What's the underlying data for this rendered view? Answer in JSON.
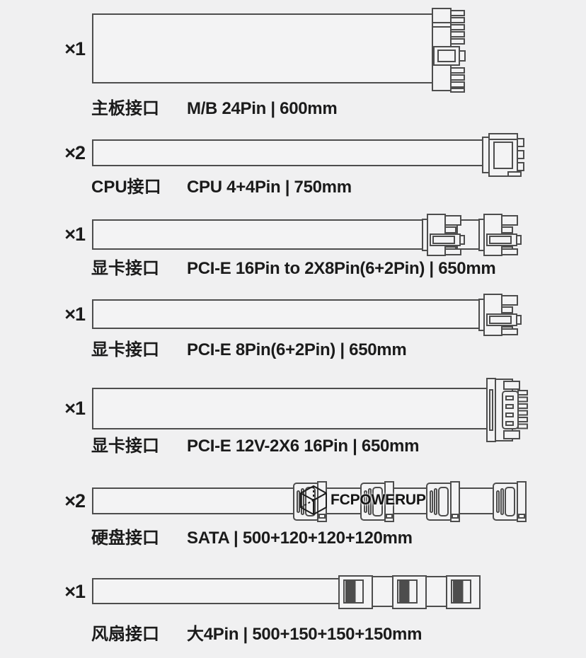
{
  "page": {
    "background_color": "#f0f0f1",
    "line_color": "#4d4d4d",
    "text_color": "#1b1b1b"
  },
  "watermark": {
    "label": "FCPOWERUP",
    "icon": "wireframe-cube-logo-icon"
  },
  "rows": [
    {
      "qty": "×1",
      "type_label": "主板接口",
      "spec": "M/B 24Pin | 600mm",
      "connector": "atx-24pin",
      "connector_count": 1
    },
    {
      "qty": "×2",
      "type_label": "CPU接口",
      "spec": "CPU 4+4Pin | 750mm",
      "connector": "cpu-4plus4pin",
      "connector_count": 1
    },
    {
      "qty": "×1",
      "type_label": "显卡接口",
      "spec": "PCI-E 16Pin to 2X8Pin(6+2Pin) | 650mm",
      "connector": "pcie-8pin",
      "connector_count": 2
    },
    {
      "qty": "×1",
      "type_label": "显卡接口",
      "spec": "PCI-E 8Pin(6+2Pin) | 650mm",
      "connector": "pcie-8pin",
      "connector_count": 1
    },
    {
      "qty": "×1",
      "type_label": "显卡接口",
      "spec": "PCI-E 12V-2X6 16Pin | 650mm",
      "connector": "12v-2x6-16pin",
      "connector_count": 1
    },
    {
      "qty": "×2",
      "type_label": "硬盘接口",
      "spec": "SATA | 500+120+120+120mm",
      "connector": "sata",
      "connector_count": 4
    },
    {
      "qty": "×1",
      "type_label": "风扇接口",
      "spec": "大4Pin | 500+150+150+150mm",
      "connector": "molex-4pin",
      "connector_count": 3
    }
  ]
}
